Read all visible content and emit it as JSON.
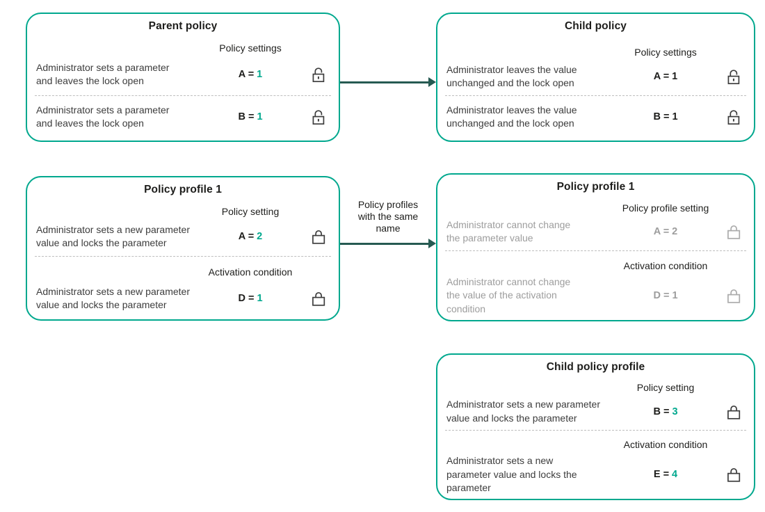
{
  "colors": {
    "accent": "#00A88E",
    "arrow": "#265A52",
    "text": "#1D1D1B",
    "muted_text": "#9D9D9D",
    "lock_dark": "#3D3D3D",
    "lock_gray": "#ABABAB",
    "divider": "#BDBDBD"
  },
  "icons": {
    "open_lock": "lock-open-icon",
    "closed_lock": "lock-closed-icon"
  },
  "boxes": {
    "parent_policy": {
      "title": "Parent policy",
      "column_label": "Policy settings",
      "rows": [
        {
          "description": [
            "Administrator sets a parameter",
            "and leaves the lock open"
          ],
          "param_label": "A =",
          "value": "1",
          "lock": "open"
        },
        {
          "description": [
            "Administrator sets a parameter",
            "and  leaves the lock open"
          ],
          "param_label": "B =",
          "value": "1",
          "lock": "open"
        }
      ]
    },
    "child_policy": {
      "title": "Child policy",
      "column_label": "Policy settings",
      "rows": [
        {
          "description": [
            "Administrator leaves the value",
            "unchanged and the lock open"
          ],
          "param_label": "A =",
          "value": "1",
          "lock": "open"
        },
        {
          "description": [
            "Administrator leaves the value",
            "unchanged and the lock open"
          ],
          "param_label": "B =",
          "value": "1",
          "lock": "open"
        }
      ]
    },
    "policy_profile_source": {
      "title": "Policy profile 1",
      "sections": [
        {
          "column_label": "Policy setting",
          "row": {
            "description": [
              "Administrator sets a new parameter",
              "value and locks the parameter"
            ],
            "param_label": "A =",
            "value": "2",
            "lock": "closed"
          }
        },
        {
          "column_label": "Activation condition",
          "row": {
            "description": [
              "Administrator sets a new parameter",
              "value and locks the parameter"
            ],
            "param_label": "D =",
            "value": "1",
            "lock": "closed"
          }
        }
      ]
    },
    "policy_profile_target": {
      "title": "Policy profile 1",
      "sections": [
        {
          "column_label": "Policy profile setting",
          "row": {
            "description": [
              "Administrator cannot change",
              "the parameter value"
            ],
            "param_label": "A =",
            "value": "2",
            "lock": "closed"
          }
        },
        {
          "column_label": "Activation condition",
          "row": {
            "description": [
              "Administrator cannot change",
              "the value of the activation",
              "condition"
            ],
            "param_label": "D =",
            "value": "1",
            "lock": "closed"
          }
        }
      ]
    },
    "child_policy_profile": {
      "title": "Child policy profile",
      "sections": [
        {
          "column_label": "Policy setting",
          "row": {
            "description": [
              "Administrator sets a new parameter",
              "value and locks the parameter"
            ],
            "param_label": "B =",
            "value": "3",
            "lock": "closed"
          }
        },
        {
          "column_label": "Activation condition",
          "row": {
            "description": [
              "Administrator sets a new",
              "parameter value and locks the",
              "parameter"
            ],
            "param_label": "E =",
            "value": "4",
            "lock": "closed"
          }
        }
      ]
    }
  },
  "arrows": {
    "parent_to_child": {
      "label": ""
    },
    "profile_to_profile": {
      "label": [
        "Policy profiles",
        "with the same",
        "name"
      ]
    }
  }
}
